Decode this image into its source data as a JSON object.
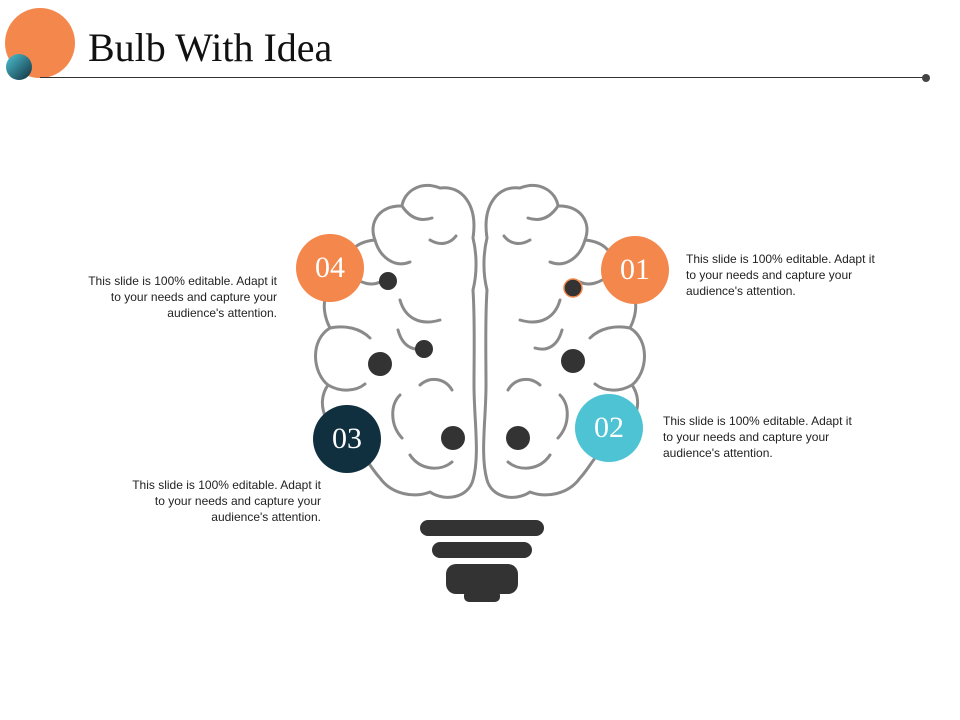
{
  "title": "Bulb With Idea",
  "colors": {
    "orange": "#F4874B",
    "teal": "#4EC3D4",
    "navy": "#10303F",
    "outline": "#8A8A8A",
    "dark": "#333333"
  },
  "steps": [
    {
      "number": "01",
      "text": "This slide is 100% editable. Adapt it to your needs and capture your audience's attention."
    },
    {
      "number": "02",
      "text": "This slide is 100% editable. Adapt it to your needs and capture your audience's attention."
    },
    {
      "number": "03",
      "text": "This slide is 100% editable. Adapt it to your needs and capture your audience's attention."
    },
    {
      "number": "04",
      "text": "This slide is 100% editable. Adapt it to your needs and capture your audience's attention."
    }
  ]
}
